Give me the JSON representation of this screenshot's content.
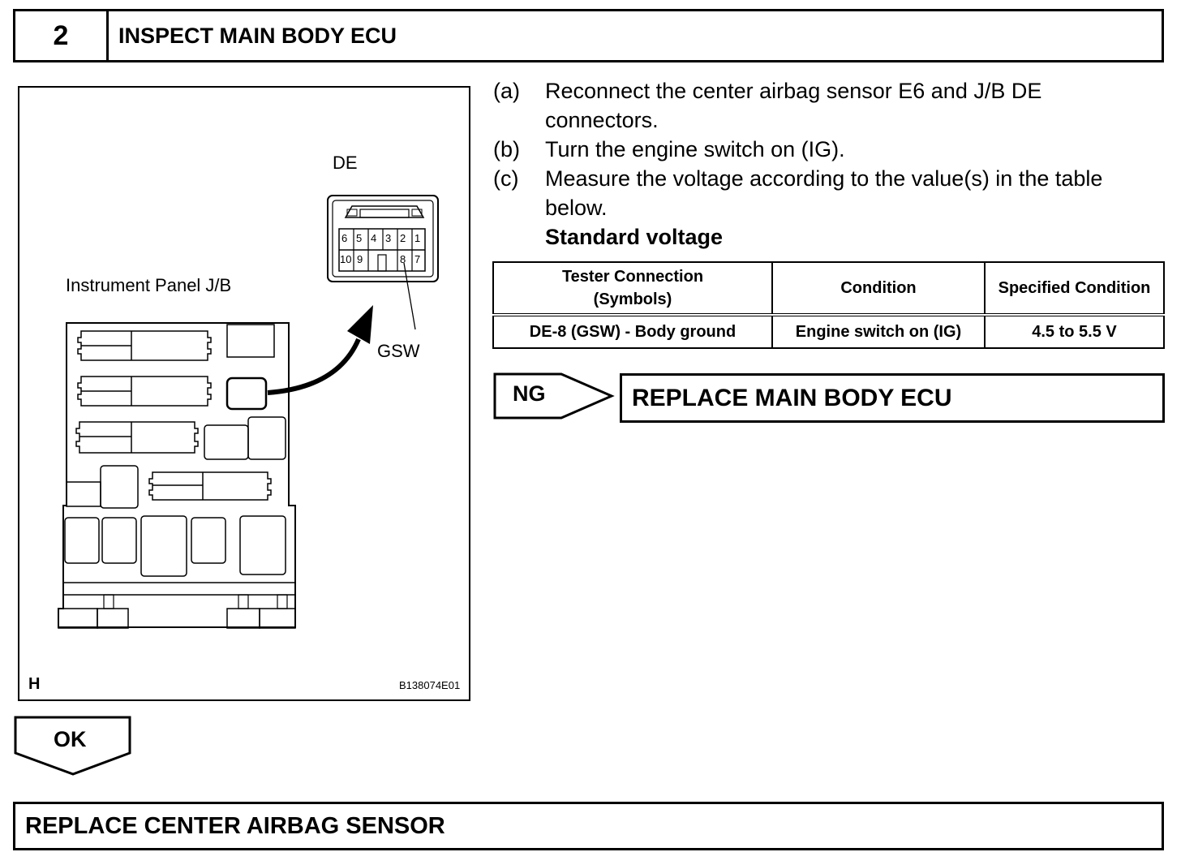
{
  "step": {
    "number": "2",
    "title": "INSPECT MAIN BODY ECU"
  },
  "figure": {
    "connector_label": "DE",
    "panel_label": "Instrument Panel J/B",
    "pin_callout": "GSW",
    "pins_top_row": [
      "6",
      "5",
      "4",
      "3",
      "2",
      "1"
    ],
    "pins_bottom_row": [
      "10",
      "9",
      "8",
      "7"
    ],
    "corner_letter": "H",
    "figure_code": "B138074E01"
  },
  "instructions": [
    {
      "marker": "(a)",
      "text": "Reconnect the center airbag sensor E6 and J/B DE connectors."
    },
    {
      "marker": "(b)",
      "text": "Turn the engine switch on (IG)."
    },
    {
      "marker": "(c)",
      "text": "Measure the voltage according to the value(s) in the table below."
    }
  ],
  "standard_label": "Standard voltage",
  "table": {
    "headers": [
      "Tester Connection (Symbols)",
      "Condition",
      "Specified Condition"
    ],
    "rows": [
      [
        "DE-8 (GSW) - Body ground",
        "Engine switch on (IG)",
        "4.5 to 5.5 V"
      ]
    ]
  },
  "ng": {
    "label": "NG",
    "result": "REPLACE MAIN BODY ECU"
  },
  "ok": {
    "label": "OK",
    "result": "REPLACE CENTER AIRBAG SENSOR"
  }
}
